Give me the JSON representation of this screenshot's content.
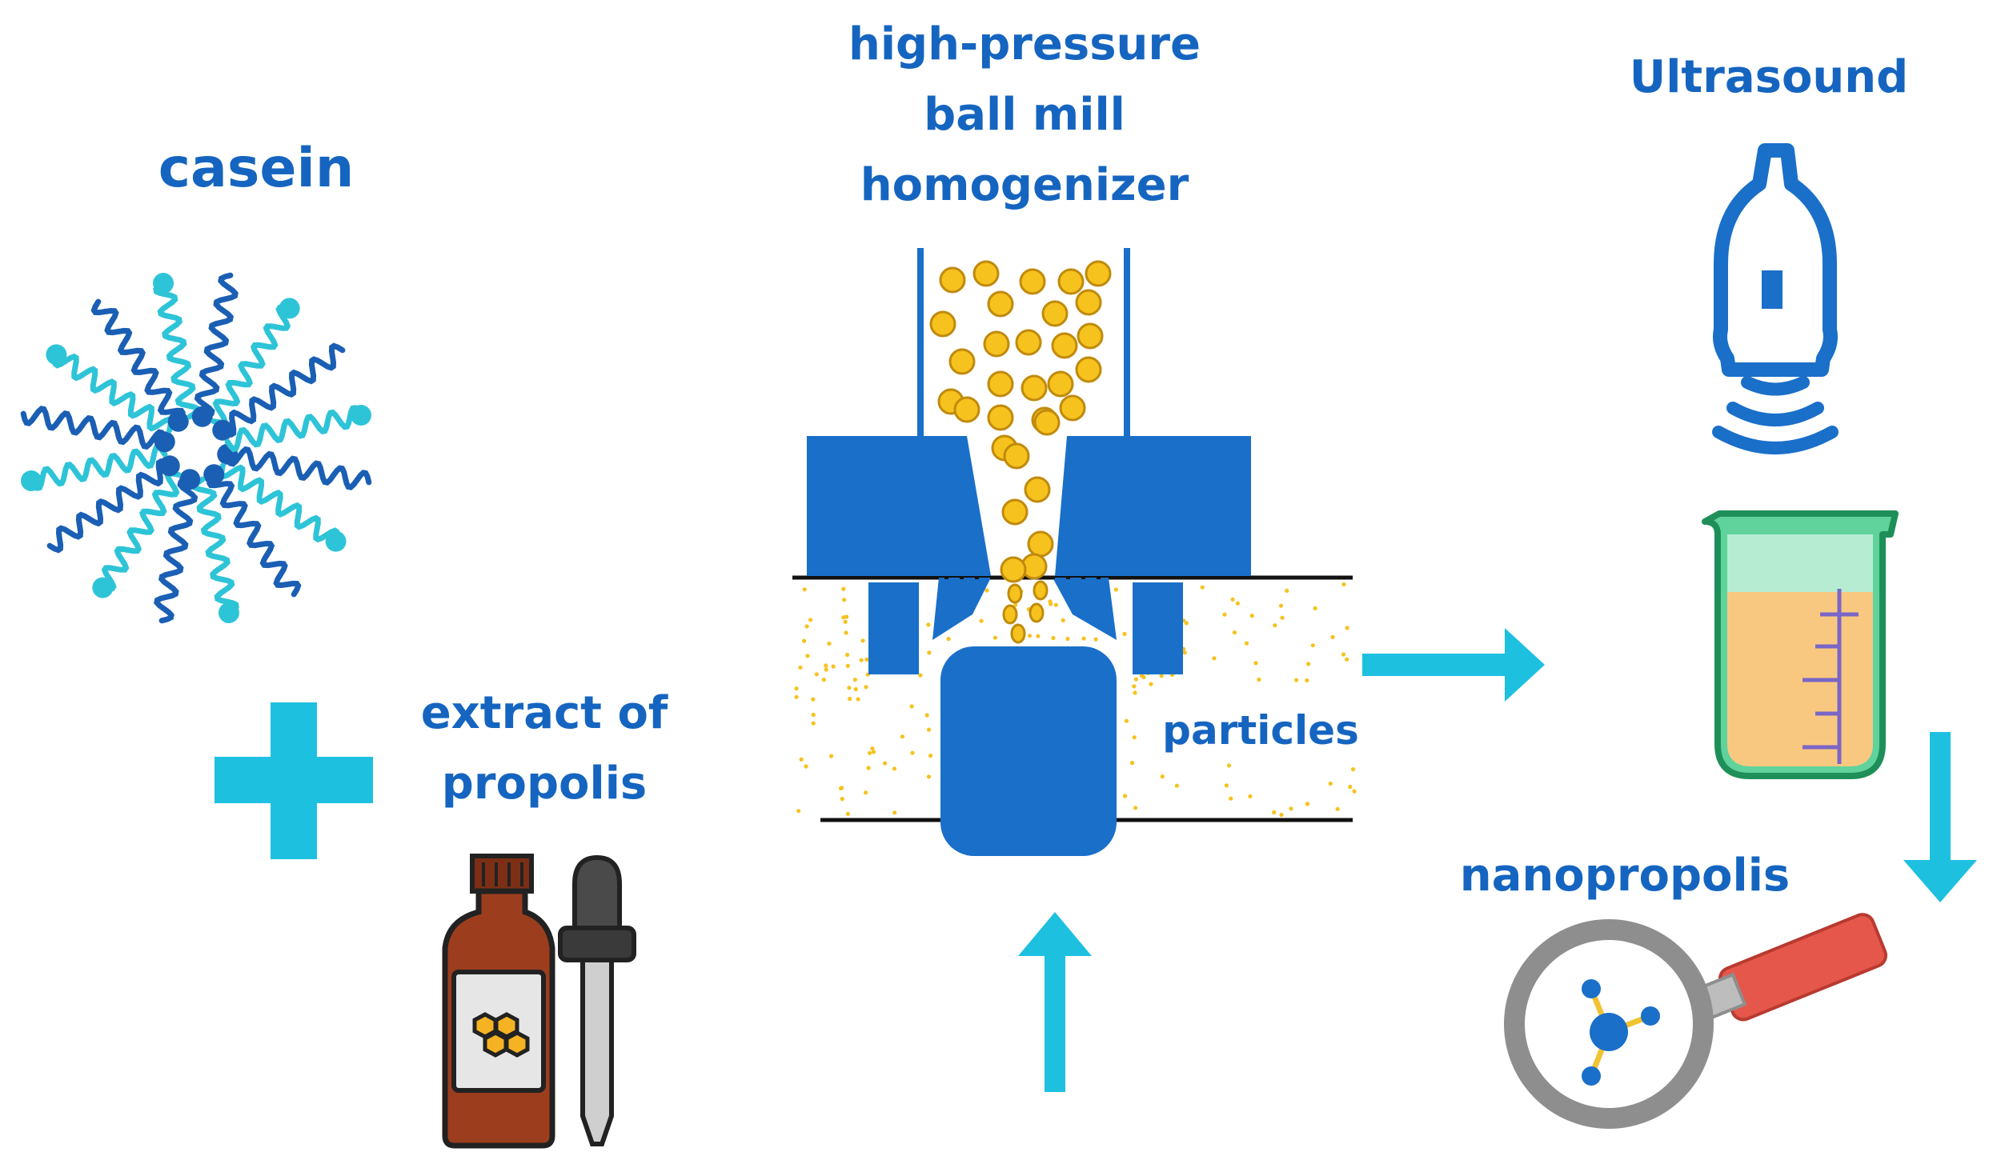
{
  "labels": {
    "casein": "casein",
    "extract_line1": "extract of",
    "extract_line2": "propolis",
    "mill_line1": "high-pressure",
    "mill_line2": "ball mill",
    "mill_line3": "homogenizer",
    "particles": "particles",
    "ultrasound": "Ultrasound",
    "nanopropolis": "nanopropolis"
  },
  "icons": [
    "casein-micelle-icon",
    "plus-icon",
    "propolis-bottle-icon",
    "dropper-icon",
    "ball-mill-homogenizer-icon",
    "ultrasound-probe-icon",
    "beaker-icon",
    "magnifier-icon",
    "molecule-icon"
  ],
  "colors": {
    "label_blue": "#1565c0",
    "arrow_cyan": "#1ec0e0",
    "mill_blue": "#1a6fc9",
    "ball_yellow": "#f6c21e",
    "liquid_orange": "#f9c880",
    "glass_green": "#4fc58d",
    "bottle_brown": "#9c3e1e",
    "handle_red": "#e5574a"
  }
}
